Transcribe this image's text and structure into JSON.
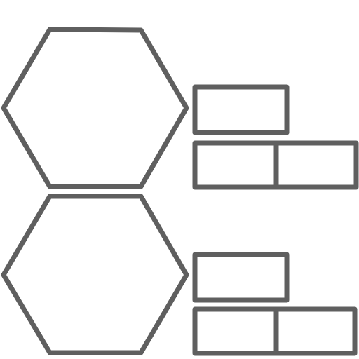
{
  "colors": {
    "background": "#ffffff",
    "stroke": "#5f5f5f"
  },
  "groups": [
    {
      "hexagon": "hexagon",
      "bricks": [
        "brick-top",
        "brick-bottom-left",
        "brick-bottom-right"
      ]
    },
    {
      "hexagon": "hexagon",
      "bricks": [
        "brick-top",
        "brick-bottom-left",
        "brick-bottom-right"
      ]
    }
  ]
}
